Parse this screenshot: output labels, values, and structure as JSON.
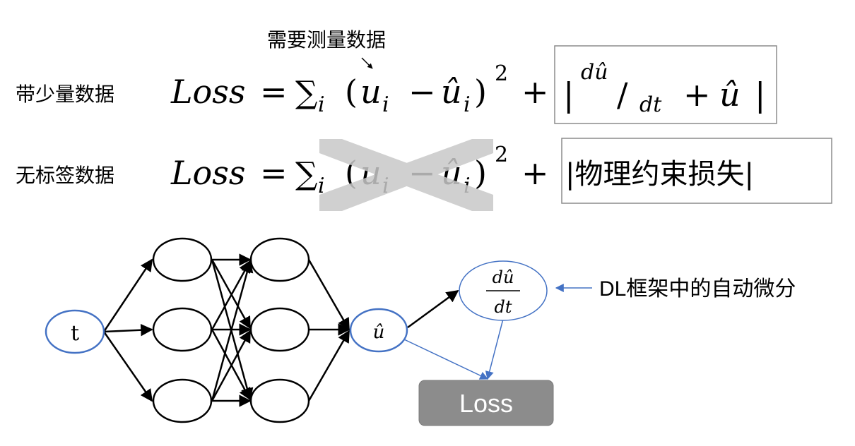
{
  "top_note": "需要测量数据",
  "row1": {
    "label": "带少量数据",
    "loss_word": "Loss",
    "equals": "=",
    "sum": "∑",
    "sub_i": "i",
    "open_paren": "(",
    "u": "u",
    "minus": "−",
    "u_hat": "û",
    "close_paren": ")",
    "sup_2": "2",
    "plus": "+",
    "box": {
      "bar": "|",
      "d_u_hat": "dû",
      "slash": "/",
      "dt": "dt",
      "plus": "+",
      "u_hat": "û"
    }
  },
  "row2": {
    "label": "无标签数据",
    "loss_word": "Loss",
    "equals": "=",
    "sum": "∑",
    "sub_i": "i",
    "open_paren": "(",
    "u": "u",
    "minus": "−",
    "u_hat": "û",
    "close_paren": ")",
    "sup_2": "2",
    "plus": "+",
    "box_text": "|物理约束损失|"
  },
  "network": {
    "input": "t",
    "output": "û",
    "deriv_num": "dû",
    "deriv_den": "dt",
    "loss": "Loss",
    "annotation": "DL框架中的自动微分"
  },
  "colors": {
    "blue": "#4472C4",
    "gray_cross": "#C8C8C8",
    "loss_fill": "#8C8C8C",
    "box_border": "#8C8C8C"
  }
}
